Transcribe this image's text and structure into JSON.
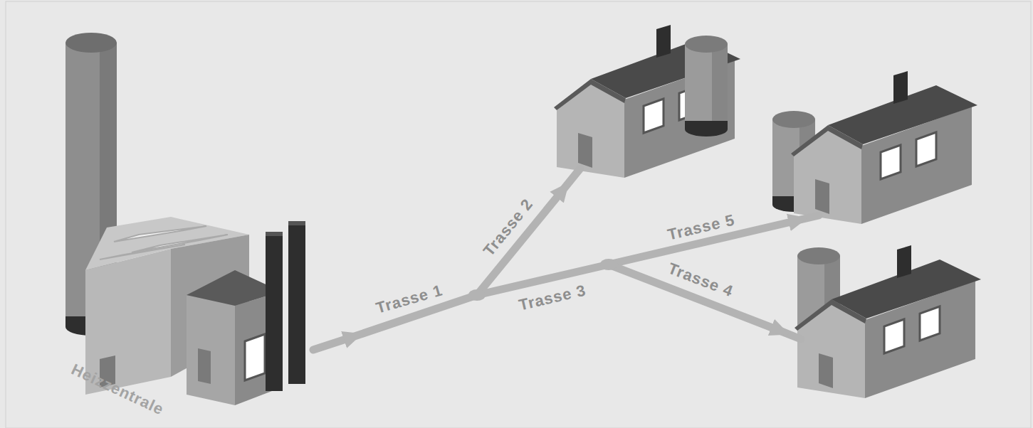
{
  "diagram": {
    "nodes": [
      {
        "text": [
          "Heizzentrale"
        ]
      }
    ],
    "labels": [
      "Trasse 1",
      "Trasse 2",
      "Trasse 3",
      "Trasse 5",
      "Trasse 4"
    ]
  }
}
